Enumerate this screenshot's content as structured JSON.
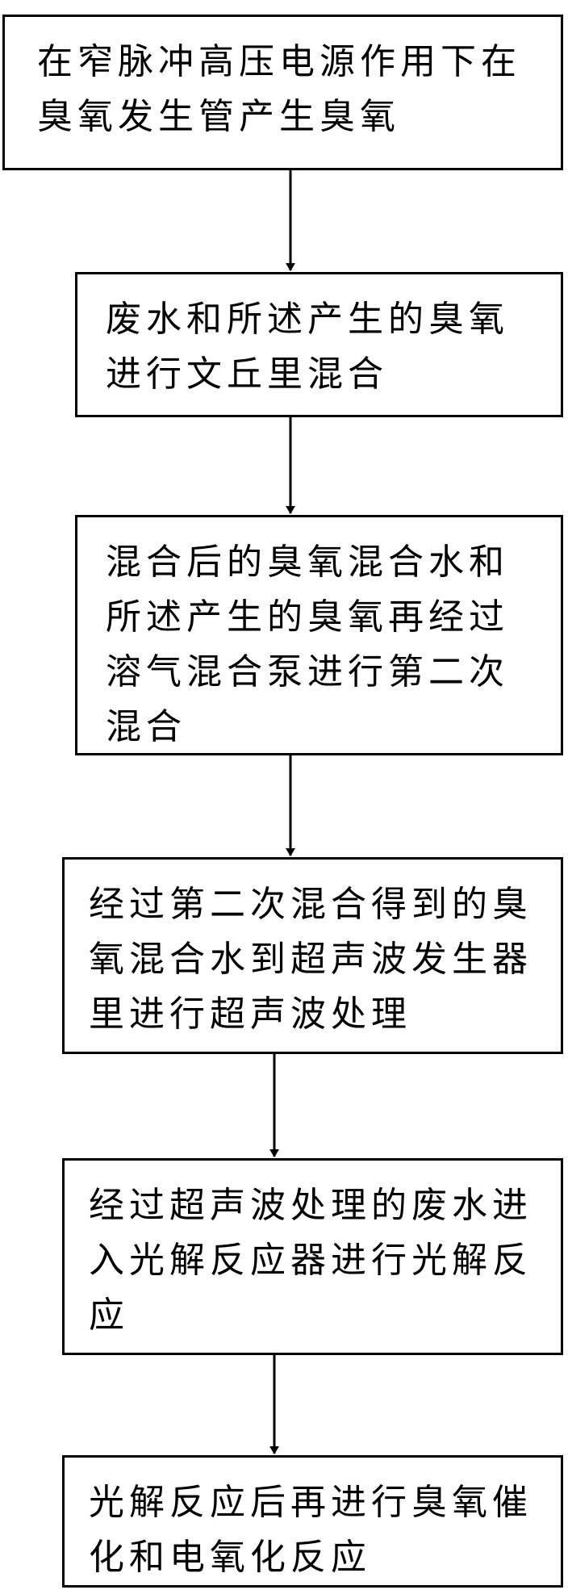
{
  "steps": [
    {
      "text": "在窄脉冲高压电源作用下在臭氧发生管产生臭氧"
    },
    {
      "text": "废水和所述产生的臭氧进行文丘里混合"
    },
    {
      "text": "混合后的臭氧混合水和所述产生的臭氧再经过溶气混合泵进行第二次混合"
    },
    {
      "text": "经过第二次混合得到的臭氧混合水到超声波发生器里进行超声波处理"
    },
    {
      "text": "经过超声波处理的废水进入光解反应器进行光解反应"
    },
    {
      "text": "光解反应后再进行臭氧催化和电氧化反应"
    }
  ],
  "colors": {
    "stroke": "#000000",
    "background": "#ffffff"
  }
}
